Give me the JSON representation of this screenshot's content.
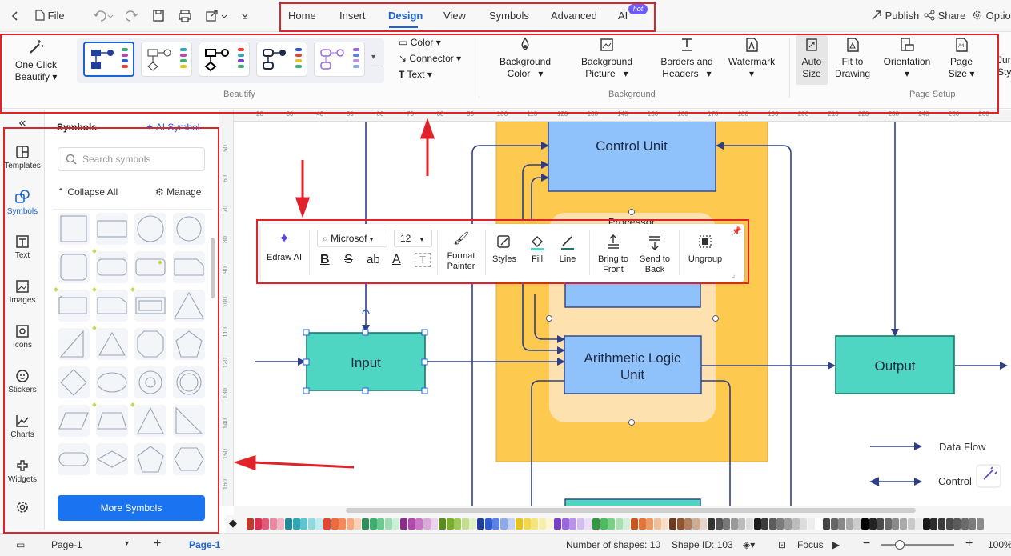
{
  "titlebar": {
    "file": "File",
    "menus": [
      "Home",
      "Insert",
      "Design",
      "View",
      "Symbols",
      "Advanced",
      "AI"
    ],
    "active_menu": "Design",
    "hot_badge": "hot",
    "publish": "Publish",
    "share": "Share",
    "options": "Optio"
  },
  "ribbon": {
    "one_click_beautify": [
      "One Click",
      "Beautify"
    ],
    "color": "Color",
    "connector": "Connector",
    "text": "Text",
    "background_color": [
      "Background",
      "Color"
    ],
    "background_picture": [
      "Background",
      "Picture"
    ],
    "borders_headers": [
      "Borders and",
      "Headers"
    ],
    "watermark": "Watermark",
    "auto_size": [
      "Auto",
      "Size"
    ],
    "fit_to_drawing": [
      "Fit to",
      "Drawing"
    ],
    "orientation": "Orientation",
    "page_size": [
      "Page",
      "Size"
    ],
    "cutoff": [
      "Jur",
      "Sty"
    ],
    "groups": {
      "beautify": "Beautify",
      "background": "Background",
      "page_setup": "Page Setup"
    }
  },
  "leftrail": {
    "items": [
      "Templates",
      "Symbols",
      "Text",
      "Images",
      "Icons",
      "Stickers",
      "Charts",
      "Widgets"
    ],
    "active": "Symbols"
  },
  "symbols_panel": {
    "title": "Symbols",
    "ai_symbol": "AI Symbol",
    "search_placeholder": "Search symbols",
    "collapse_all": "Collapse All",
    "manage": "Manage",
    "more_symbols": "More Symbols"
  },
  "ruler": {
    "top_ticks": [
      "20",
      "30",
      "40",
      "50",
      "60",
      "70",
      "80",
      "90",
      "100",
      "110",
      "120",
      "130",
      "140",
      "150",
      "160",
      "170",
      "180",
      "190",
      "200",
      "210",
      "220",
      "230",
      "240",
      "250",
      "260"
    ],
    "left_ticks": [
      "50",
      "60",
      "70",
      "80",
      "90",
      "100",
      "110",
      "120",
      "130",
      "140",
      "150",
      "160"
    ]
  },
  "diagram": {
    "control_unit": "Control Unit",
    "processor_partial": "Processor",
    "alu": [
      "Arithmetic Logic",
      "Unit"
    ],
    "input": "Input",
    "output": "Output",
    "legend": [
      "Data Flow",
      "Control"
    ]
  },
  "floating_toolbar": {
    "edraw_ai": "Edraw AI",
    "font": "Microsof",
    "font_size": "12",
    "format_painter": [
      "Format",
      "Painter"
    ],
    "styles": "Styles",
    "fill": "Fill",
    "line": "Line",
    "bring_to_front": [
      "Bring to",
      "Front"
    ],
    "send_to_back": [
      "Send to",
      "Back"
    ],
    "ungroup": "Ungroup"
  },
  "status": {
    "page_dropdown": "Page-1",
    "page_tab": "Page-1",
    "number_of_shapes": "Number of shapes: 10",
    "shape_id": "Shape ID: 103",
    "focus": "Focus",
    "zoom": "100%"
  },
  "colors": {
    "accent": "#1a63d8",
    "annotation_red": "#e0232b",
    "processor_bg": "#fdc94f",
    "unit_fill": "#8fc1fb",
    "io_fill": "#4fd6c3",
    "arrow": "#2f3f86"
  },
  "palette": [
    "#c0392b",
    "#d9304f",
    "#e05a7a",
    "#e88aa0",
    "#f2b5c2",
    "#1f8a9a",
    "#2fa7b6",
    "#5fc4cf",
    "#8fd8de",
    "#c2ebee",
    "#e8452c",
    "#f06a3d",
    "#f48a5a",
    "#f7aa7f",
    "#fbd1b6",
    "#2d8f5a",
    "#3db06f",
    "#6cc98f",
    "#9cdcb1",
    "#cdeed8",
    "#8e2c8c",
    "#b04aae",
    "#c977c7",
    "#dca7da",
    "#eed2ed",
    "#5b8c1e",
    "#7aae2e",
    "#9fc85a",
    "#c3de8f",
    "#e2efc7",
    "#1f3f9e",
    "#2f5bd0",
    "#5b82e0",
    "#8ea9eb",
    "#c4d3f5",
    "#e6c31e",
    "#f2d84a",
    "#f6e47c",
    "#f9eea9",
    "#fcf6d4",
    "#7a3fc9",
    "#9a67dc",
    "#b893e6",
    "#d4bdf0",
    "#eadef8",
    "#2e9a3f",
    "#4bbd5b",
    "#7bd086",
    "#a9e1b0",
    "#d4f0d8",
    "#c9561e",
    "#e27638",
    "#ea9a67",
    "#f2bf98",
    "#f8decb",
    "#6e3b1f",
    "#8f5630",
    "#b07e5c",
    "#cfab91",
    "#e8d5c7",
    "#333333",
    "#555555",
    "#777777",
    "#999999",
    "#bbbbbb",
    "#dddddd",
    "#1c1c1c",
    "#3c3c3c",
    "#5c5c5c",
    "#7c7c7c",
    "#9c9c9c",
    "#bcbcbc",
    "#dcdcdc",
    "#eeeeee",
    "#ffffff",
    "#444444",
    "#666666",
    "#888888",
    "#aaaaaa",
    "#cccccc",
    "#000000",
    "#222222",
    "#4a4a4a",
    "#6a6a6a",
    "#8a8a8a",
    "#aaaaaa",
    "#cacaca",
    "#eaeaea",
    "#1b1b1b",
    "#2b2b2b",
    "#3b3b3b",
    "#4b4b4b",
    "#5b5b5b",
    "#6b6b6b",
    "#7b7b7b",
    "#8b8b8b"
  ]
}
